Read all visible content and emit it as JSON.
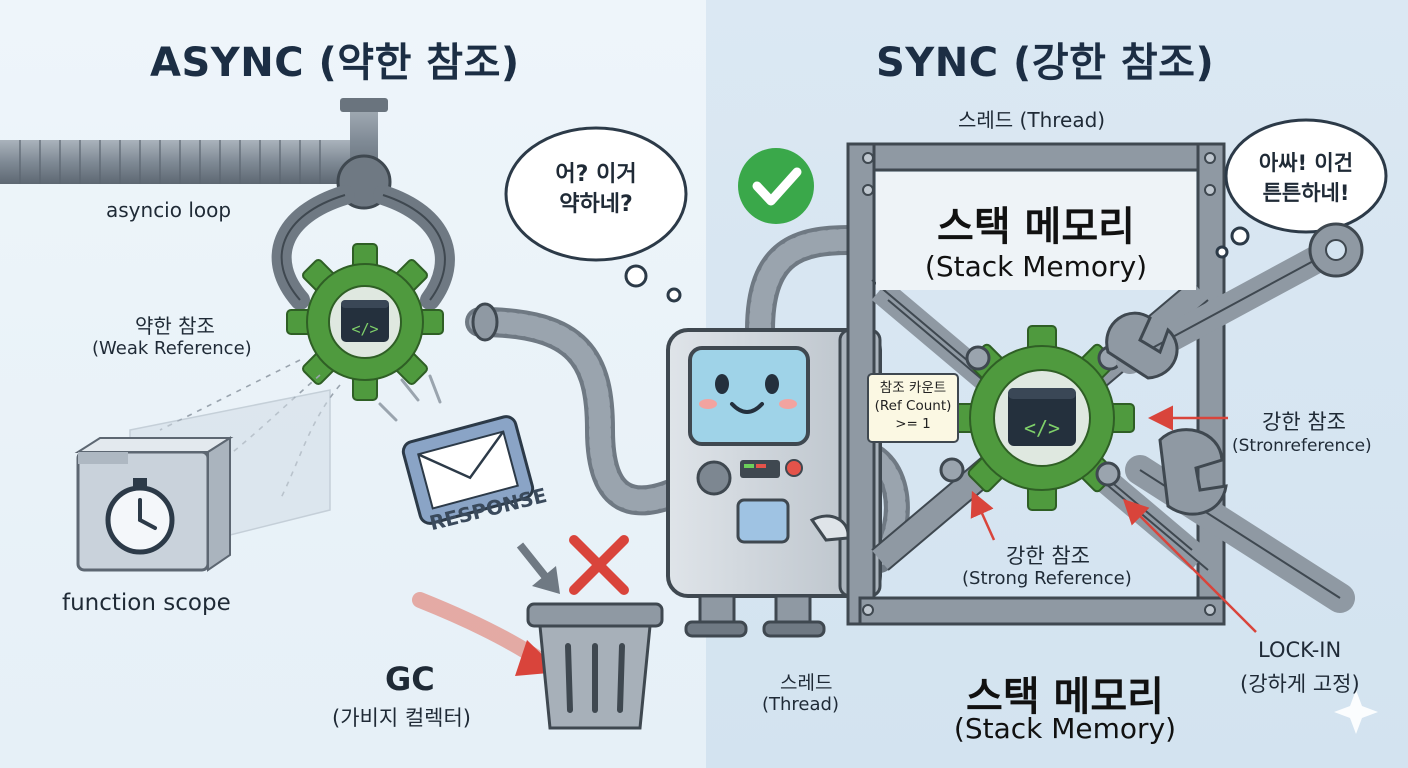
{
  "async_side": {
    "title": "ASYNC (약한 참조)",
    "loop_label": "asyncio loop",
    "weak_ref_ko": "약한 참조",
    "weak_ref_en": "(Weak Reference)",
    "scope_label": "function scope",
    "response_label": "RESPONSE",
    "gc_title": "GC",
    "gc_sub": "(가비지 컬렉터)",
    "thought_line1": "어? 이거",
    "thought_line2": "약하네?"
  },
  "sync_side": {
    "title": "SYNC (강한 참조)",
    "thread_top": "스레드 (Thread)",
    "stack_top_ko": "스택 메모리",
    "stack_top_en": "(Stack Memory)",
    "ref_count_l1": "참조 카운트",
    "ref_count_l2": "(Ref Count)",
    "ref_count_l3": ">= 1",
    "strong_right_ko": "강한 참조",
    "strong_right_en": "(Stronreference)",
    "strong_bottom_ko": "강한 참조",
    "strong_bottom_en": "(Strong Reference)",
    "lockin_l1": "LOCK-IN",
    "lockin_l2": "(강하게 고정)",
    "thread_bottom_l1": "스레드",
    "thread_bottom_l2": "(Thread)",
    "stack_bottom_ko": "스택 메모리",
    "stack_bottom_en": "(Stack Memory)",
    "speech_line1": "아싸! 이건",
    "speech_line2": "튼튼하네!"
  },
  "colors": {
    "gear_green": "#4f9a3e",
    "metal_gray": "#7d8791",
    "arrow_red": "#d9443b",
    "check_green": "#3aa84a"
  },
  "icons": [
    "claw-icon",
    "gear-icon",
    "code-icon",
    "stopwatch-icon",
    "envelope-icon",
    "trash-can-icon",
    "cross-icon",
    "check-icon",
    "wrench-icon",
    "robot-icon",
    "sparkle-icon"
  ]
}
